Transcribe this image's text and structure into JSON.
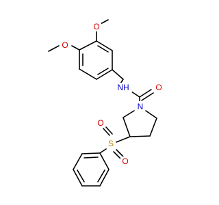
{
  "molecule": {
    "atom_labels": {
      "o_methoxy_top": "O",
      "o_methoxy_left": "O",
      "nh": "NH",
      "o_carbonyl": "O",
      "n_ring": "N",
      "s": "S",
      "o_sulfonyl_top": "O",
      "o_sulfonyl_right": "O"
    }
  },
  "colors": {
    "bond": "#000000",
    "oxygen": "#d40000",
    "nitrogen": "#0000cc",
    "sulfur": "#b8860b",
    "background": "#ffffff"
  }
}
